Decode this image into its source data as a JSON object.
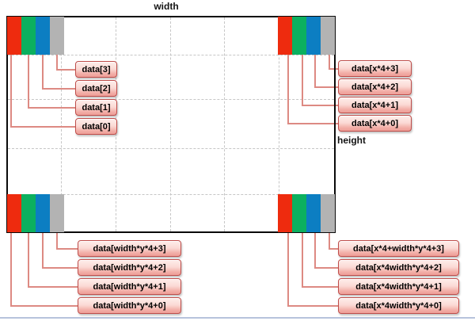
{
  "labels": {
    "width": "width",
    "height": "height"
  },
  "colors": {
    "channels": {
      "red": "#ee2b0e",
      "green": "#0cb05f",
      "blue": "#0c7ec2",
      "alpha": "#b3b3b3"
    },
    "connector": "#dd8a83",
    "box_border": "#bf4d4a",
    "box_fill_top": "#feeeeb",
    "box_fill_bottom": "#ee9f98",
    "grid_dash": "#c6c6c6",
    "frame": "#0a0a0a",
    "bottom_rule": "#b7c3dc"
  },
  "pixel_channel_order": [
    "red",
    "green",
    "blue",
    "alpha"
  ],
  "corners": {
    "top_left": {
      "labels": [
        "data[3]",
        "data[2]",
        "data[1]",
        "data[0]"
      ]
    },
    "top_right": {
      "labels": [
        "data[x*4+3]",
        "data[x*4+2]",
        "data[x*4+1]",
        "data[x*4+0]"
      ]
    },
    "bottom_left": {
      "labels": [
        "data[width*y*4+3]",
        "data[width*y*4+2]",
        "data[width*y*4+1]",
        "data[width*y*4+0]"
      ]
    },
    "bottom_right": {
      "labels": [
        "data[x*4+width*y*4+3]",
        "data[x*4width*y*4+2]",
        "data[x*4width*y*4+1]",
        "data[x*4width*y*4+0]"
      ]
    }
  }
}
